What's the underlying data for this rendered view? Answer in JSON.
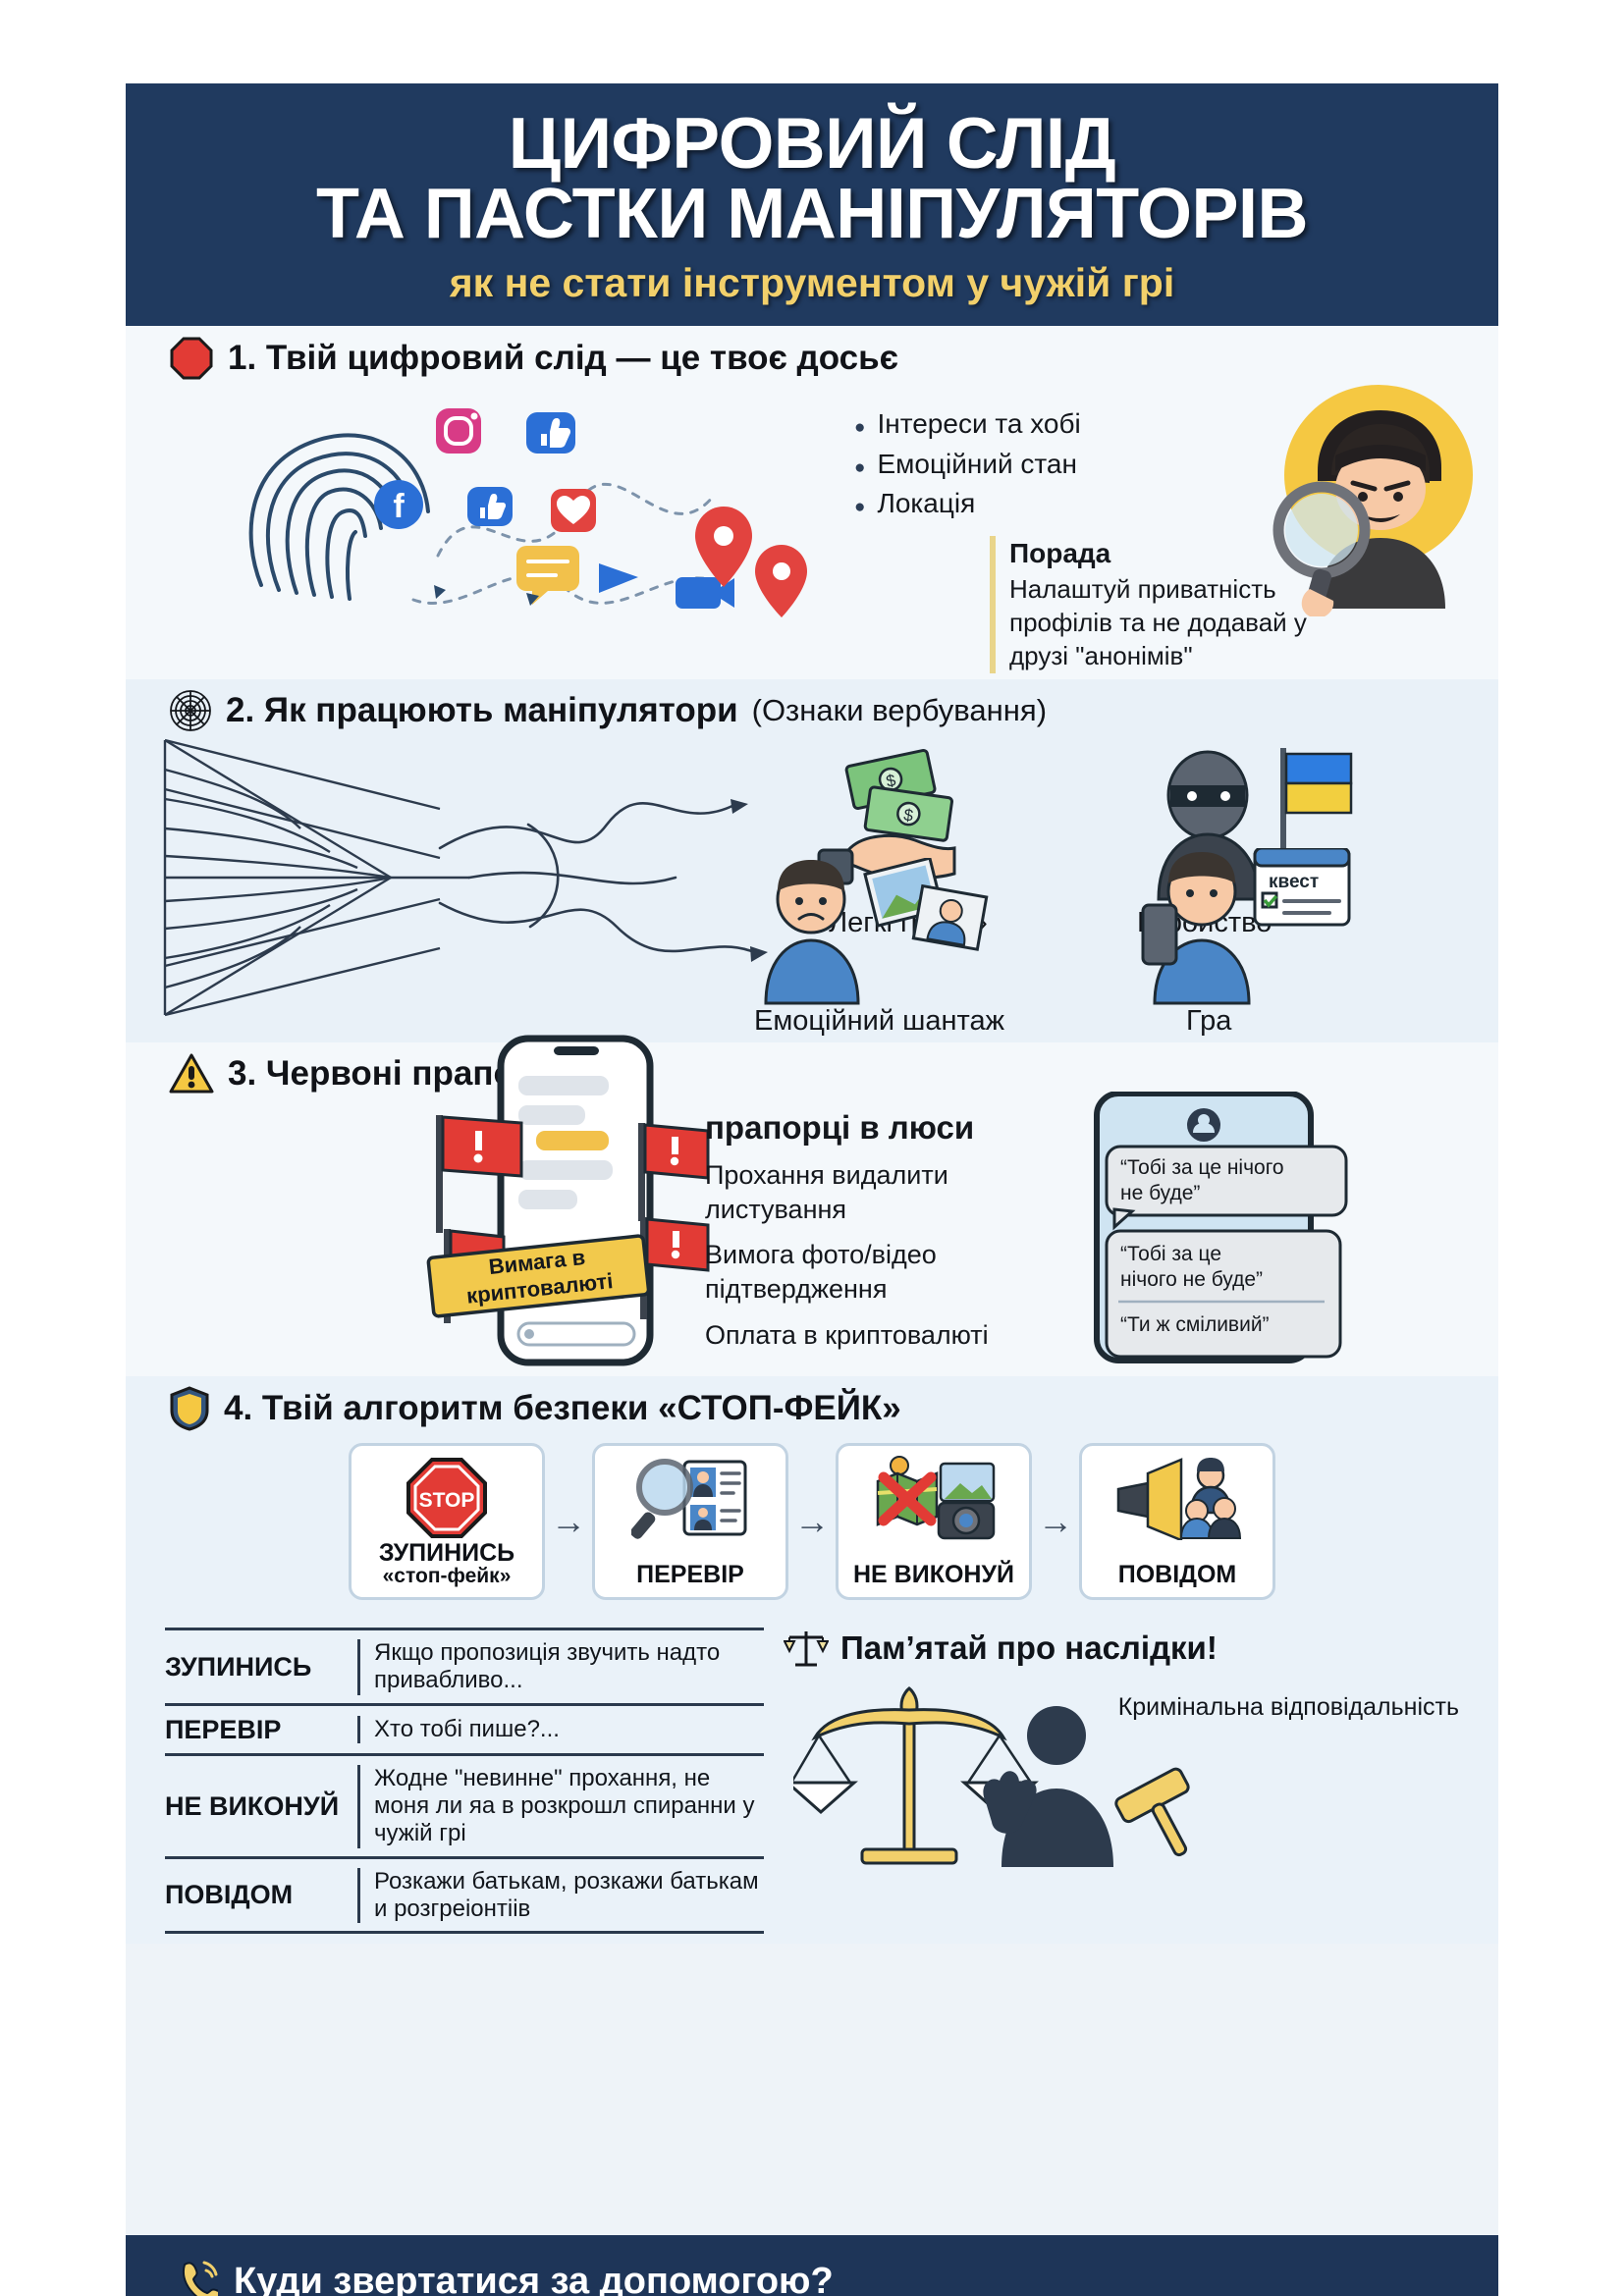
{
  "header": {
    "title_line1": "ЦИФРОВИЙ СЛІД",
    "title_line2": "ТА ПАСТКИ МАНІПУЛЯТОРІВ",
    "subtitle": "як не стати інструментом у чужій грі",
    "bg_color": "#203a5f",
    "subtitle_color": "#f2d06b"
  },
  "section1": {
    "icon": "stop-sign-icon",
    "title": "1. Твій цифровий слід — це твоє досьє",
    "bullets": [
      "Інтереси та хобі",
      "Емоційний стан",
      "Локація"
    ],
    "tip": {
      "title": "Порада",
      "text": "Налаштуй приватність профілів та не додавай у друзі \"анонімів\""
    },
    "art": [
      "fingerprint-illustration",
      "social-icons",
      "spy-with-magnifier-illustration"
    ]
  },
  "section2": {
    "icon": "spiderweb-icon",
    "title": "2. Як працюють маніпулятори",
    "subtitle": "(Ознаки вербування)",
    "nodes": [
      {
        "label": "«Легкі гроші»",
        "art": "hand-with-money-icon"
      },
      {
        "label": "Геройство",
        "art": "masked-man-with-flag-icon"
      },
      {
        "label": "Емоційний шантаж",
        "art": "sad-boy-with-photos-icon"
      },
      {
        "label": "Гра",
        "art": "boy-with-phone-quest-icon"
      }
    ],
    "quest_badge": "квест"
  },
  "section3": {
    "icon": "warning-triangle-icon",
    "title": "3. Червоні прапорці",
    "subhead": "прапорці в люси",
    "items": [
      "Прохання видалити листування",
      "Вимога фото/відео підтвердження",
      "Оплата в криптовалюті"
    ],
    "phone_banner": "Вимага в криптовалюті",
    "chat": [
      "“Тобі за це нічого не буде”",
      "“Тобі за це нічого не буде”",
      "“Ти ж сміливий”"
    ]
  },
  "section4": {
    "icon": "shield-icon",
    "title": "4. Твій алгоритм безпеки «СТОП-ФЕЙК»",
    "steps": [
      {
        "label": "ЗУПИНИСЬ",
        "sublabel": "«стоп-фейк»",
        "art": "stop-sign-icon"
      },
      {
        "label": "ПЕРЕВІР",
        "sublabel": "",
        "art": "magnifier-id-card-icon"
      },
      {
        "label": "НЕ ВИКОНУЙ",
        "sublabel": "",
        "art": "map-camera-cross-icon"
      },
      {
        "label": "ПОВІДОМ",
        "sublabel": "",
        "art": "megaphone-police-icon"
      }
    ],
    "arrow": "→"
  },
  "table": {
    "rows": [
      {
        "key": "ЗУПИНИСЬ",
        "value": "Якщо пропозиція звучить надто привабливо..."
      },
      {
        "key": "ПЕРЕВІР",
        "value": "Хто тобі пише?..."
      },
      {
        "key": "НЕ ВИКОНУЙ",
        "value": "Жодне \"невинне\" прохання, не моня ли яа в розкрошл спиранни у чужій грі"
      },
      {
        "key": "ПОВІДОМ",
        "value": "Розкажи батькам, розкажи батькам и розгреіонтіів"
      }
    ]
  },
  "consequences": {
    "icon": "scales-of-justice-icon",
    "title": "Пам’ятай про наслідки!",
    "label": "Кримінальна відповідальність",
    "art": [
      "scales-illustration",
      "person-silhouette",
      "gavel-icon"
    ]
  },
  "footer": {
    "icon": "phone-call-icon",
    "text": "Куди звертатися за допомогою?"
  }
}
